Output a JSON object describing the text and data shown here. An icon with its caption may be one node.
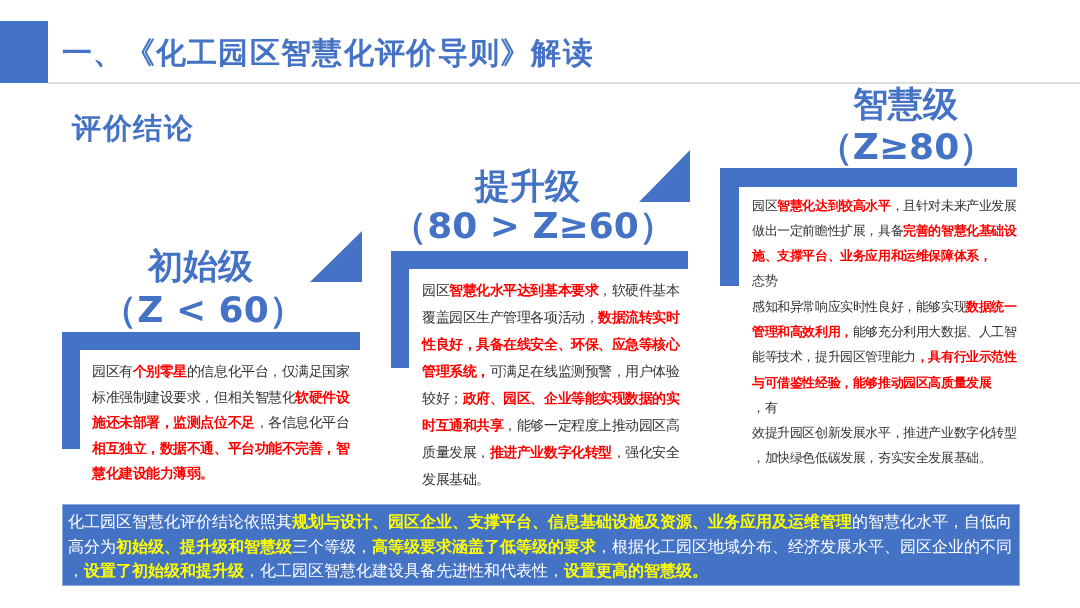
{
  "diagram": {
    "title": "一、《化工园区智慧化评价导则》解读",
    "nodes": [
      {
        "text": [
          "初始级",
          "（Z < 60）",
          "园区有**个别零星**的信息化平台，仅满足国家标准强制建设要求，但相关智慧化**软硬件设施还未部署，监测点位不足**，各信息化平台**相互独立，数据不通、平台功能不完善，智慧化建设能力薄弱。**"
        ]
      },
      {
        "text": [
          "提升级",
          "（80 > Z≥60）",
          "园区**智慧化水平达到基本要求**，软硬件基本覆盖园区生产管理各项活动，**数据流转实时性良好，具备在线安全、环保、应急等核心管理系统，**可满足在线监测预警，用户体验较好；**政府、园区、企业等能实现数据的实时互通和共享**，能够一定程度上推动园区高质量发展，**推进产业数字化转型**，强化安全发展基础。"
        ]
      },
      {
        "text": [
          "智慧级",
          "（Z≥80）",
          "园区**智慧化达到较高水平**，且针对未来产业发展做出一定前瞻性扩展，具备**完善的智慧化基础设施、支撑平台、业务应用和运维保障体系，**",
          "态势",
          "感知和异常响应实时性良好，能够实现**数据统一管理和高效利用，**能够充分利用大数据、人工智能等技术，提升园区管理能力**，具有行业示范性与可借鉴性经验，能够推动园区高质量发展**",
          "，有",
          "效提升园区创新发展水平，推进产业数字化转型",
          "，加快绿色低碳发展，夯实安全发展基础。"
        ]
      },
      {
        "text": [
          "化工园区智慧化评价结论依照其**规划与设计、园区企业、支撑平台、信息基础设施及资源、业务应用及运维管理**的智慧化水平，自低向高分为**初始级、提升级和智慧级**三个等级，**高等级要求涵盖了低等级的要求**，根据化工园区地域分布、经济发展水平、园区企业的不同，**设置了初始级和提升级**，化工园区智慧化建设具备先进性和代表性，**设置更高的智慧级。**"
        ]
      }
    ],
    "labels": [
      "评价结论"
    ]
  }
}
